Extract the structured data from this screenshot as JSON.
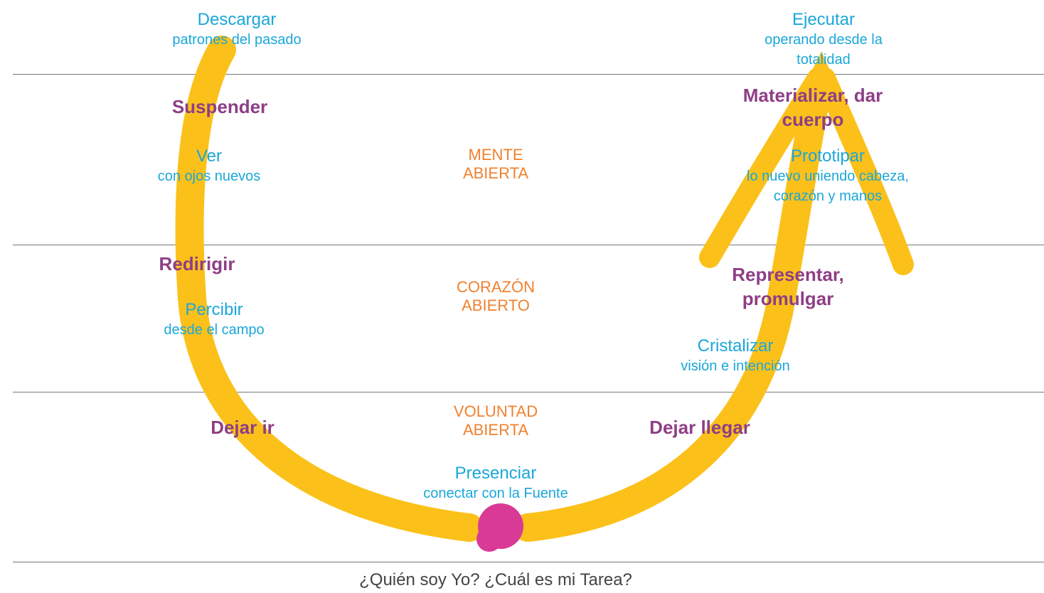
{
  "colors": {
    "arrow": "#FBC11A",
    "cyan": "#1AA7D9",
    "purple": "#8E3E86",
    "orange": "#F0812F",
    "source_dot": "#D93A96",
    "divider": "#777777"
  },
  "left": {
    "descargar": {
      "title": "Descargar",
      "sub": "patrones del pasado"
    },
    "suspender": "Suspender",
    "ver": {
      "title": "Ver",
      "sub": "con ojos nuevos"
    },
    "redirigir": "Redirigir",
    "percibir": {
      "title": "Percibir",
      "sub": "desde el campo"
    },
    "dejar_ir": "Dejar ir"
  },
  "center": {
    "mente": [
      "MENTE",
      "ABIERTA"
    ],
    "corazon": [
      "CORAZÓN",
      "ABIERTO"
    ],
    "voluntad": [
      "VOLUNTAD",
      "ABIERTA"
    ],
    "presenciar": {
      "title": "Presenciar",
      "sub": "conectar con la Fuente"
    }
  },
  "right": {
    "ejecutar": {
      "title": "Ejecutar",
      "sub_lines": [
        "operando desde la",
        "totalidad"
      ]
    },
    "materializar": [
      "Materializar, dar",
      "cuerpo"
    ],
    "prototipar": {
      "title": "Prototipar",
      "sub_lines": [
        "lo nuevo uniendo cabeza,",
        "corazón y manos"
      ]
    },
    "representar": [
      "Representar,",
      "promulgar"
    ],
    "cristalizar": {
      "title": "Cristalizar",
      "sub": "visión e intención"
    },
    "dejar_llegar": "Dejar llegar"
  },
  "bottom_question": "¿Quién soy Yo? ¿Cuál es mi Tarea?"
}
